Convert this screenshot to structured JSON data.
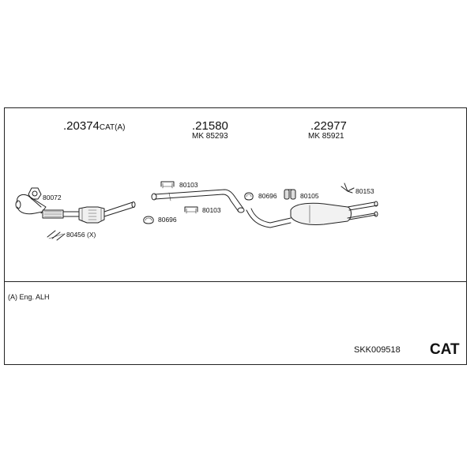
{
  "main_parts": [
    {
      "number": ".20374",
      "suffix": "CAT(A)"
    },
    {
      "number": ".21580",
      "sub": "MK 85293"
    },
    {
      "number": ".22977",
      "sub": "MK 85921"
    }
  ],
  "fittings": {
    "gasket_manifold": "80072",
    "studs": "80456 (X)",
    "clamp_top": "80103",
    "clamp_bottom": "80103",
    "ring_left": "80696",
    "ring_right": "80696",
    "hanger": "80105",
    "bracket": "80153"
  },
  "footnote": "(A) Eng. ALH",
  "kit_code": "SKK009518",
  "type_label": "CAT",
  "icons": [
    "manifold-downpipe-icon",
    "catalytic-converter-icon",
    "front-pipe-icon",
    "rear-silencer-icon",
    "gasket-icon",
    "clamp-icon",
    "rubber-hanger-icon",
    "bracket-icon",
    "stud-set-icon"
  ]
}
